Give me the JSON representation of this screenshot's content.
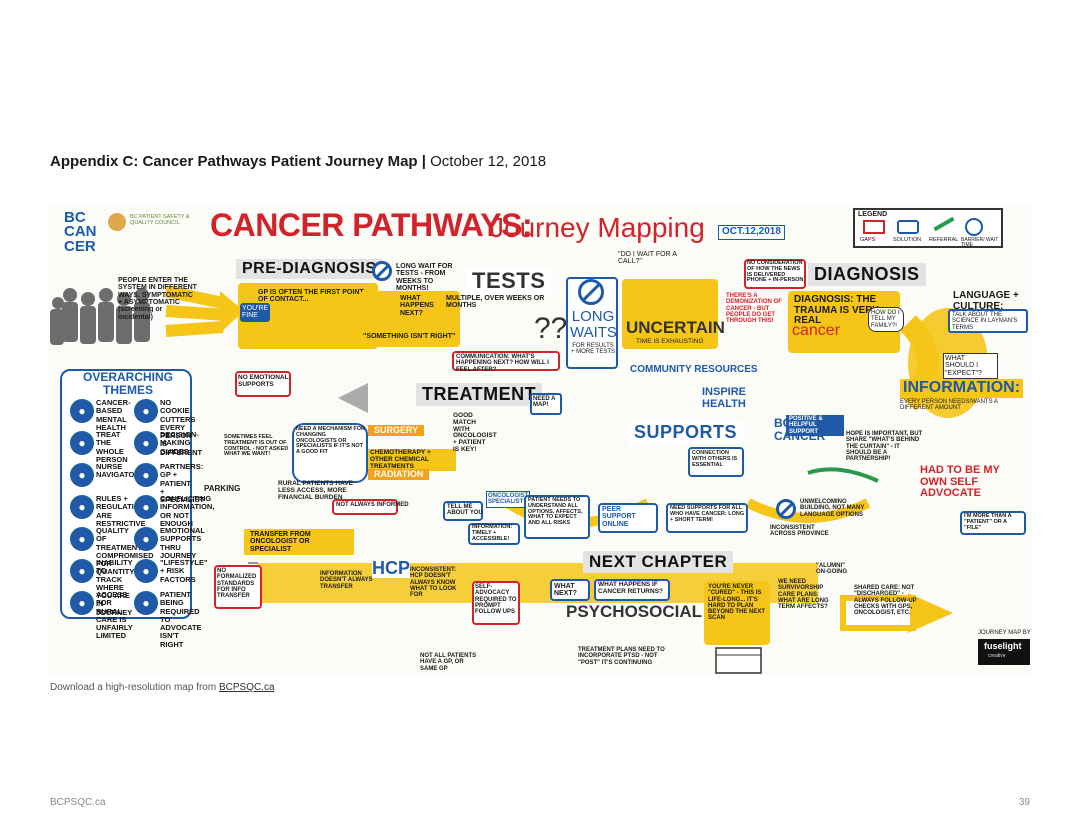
{
  "heading": {
    "bold_text": "Appendix C: Cancer Pathways Patient Journey Map |",
    "date_text": "October 12, 2018"
  },
  "map": {
    "logos": {
      "bc_cancer_1": "BC",
      "bc_cancer_2": "CAN",
      "bc_cancer_3": "CER",
      "psqc": "BC PATIENT SAFETY & QUALITY COUNCIL"
    },
    "title_part1": "CANCER PATHWAYS:",
    "title_part2": "Journey Mapping",
    "date_badge": "OCT.12,2018",
    "legend": {
      "title": "LEGEND",
      "items": [
        "GAPS",
        "SOLUTION",
        "REFERRAL",
        "BARRIER/ WAIT TIME"
      ]
    },
    "sections": {
      "pre_diagnosis": "PRE-DIAGNOSIS",
      "tests": "TESTS",
      "diagnosis": "DIAGNOSIS",
      "treatment": "TREATMENT",
      "supports": "SUPPORTS",
      "next_chapter": "NEXT CHAPTER",
      "information": "INFORMATION:"
    },
    "intro": "PEOPLE ENTER THE SYSTEM IN DIFFERENT WAYS. SYMPTOMATIC + ASYMPTOMATIC (screening or incidental)",
    "gp_note": "GP IS OFTEN THE FIRST POINT OF CONTACT...",
    "youre_fine": "YOU'RE FINE",
    "long_wait": "LONG WAIT FOR TESTS - FROM WEEKS TO MONTHS!",
    "what_happens_next": "WHAT HAPPENS NEXT?",
    "something_not_right": "\"SOMETHING ISN'T RIGHT\"",
    "tests_note": "MULTIPLE, OVER WEEKS OR MONTHS",
    "communication": "COMMUNICATION: WHAT'S HAPPENING NEXT? HOW WILL I FEEL AFTER?",
    "long_waits": "LONG WAITS",
    "long_waits_sub": "FOR RESULTS + MORE TESTS",
    "do_i_wait": "\"DO I WAIT FOR A CALL?\"",
    "uncertain": "UNCERTAIN",
    "uncertain_sub": "TIME IS EXHAUSTING",
    "no_consideration": "NO CONSIDERATION OF HOW THE NEWS IS DELIVERED PHONE + IN-PERSON",
    "demonization": "THERE'S A DEMONIZATION OF CANCER - BUT PEOPLE DO GET THROUGH THIS!",
    "diagnosis_quote": "DIAGNOSIS: THE TRAUMA IS VERY REAL",
    "cancer_word": "cancer",
    "how_do_i_tell": "HOW DO I TELL MY FAMILY?!",
    "language_culture": "LANGUAGE + CULTURE:",
    "laymans": "TALK ABOUT THE SCIENCE IN LAYMAN'S TERMS",
    "what_should_expect": "WHAT SHOULD I \"EXPECT\"?",
    "information_sub": "EVERY PERSON NEEDS/WANTS A DIFFERENT AMOUNT",
    "themes_title": "OVERARCHING THEMES",
    "themes": [
      "CANCER-BASED MENTAL HEALTH",
      "NO COOKIE CUTTERS EVERY PERSON IS DIFFERENT",
      "TREAT THE WHOLE PERSON",
      "DECISION-MAKING GUIDES",
      "NURSE NAVIGATOR",
      "PARTNERS: GP + PATIENT + SPECIALIST",
      "RULES + REGULATIONS ARE RESTRICTIVE",
      "CONFLICTING INFORMATION, OR NOT ENOUGH",
      "QUALITY OF TREATMENT COMPROMISED FOR QUANTITY",
      "EMOTIONAL SUPPORTS THRU JOURNEY",
      "INABILITY TO TRACK WHERE YOU ARE IN JOURNEY",
      "\"LIFESTYLE\" + RISK FACTORS",
      "ACCESS FOR RURAL CARE IS UNFAIRLY LIMITED",
      "PATIENT BEING REQUIRED TO ADVOCATE ISN'T RIGHT"
    ],
    "no_emotional": "NO EMOTIONAL SUPPORTS",
    "surgery": "SURGERY",
    "chemo": "CHEMOTHERAPY + OTHER CHEMICAL TREATMENTS",
    "radiation": "RADIATION",
    "mechanism": "NEED A MECHANISM FOR CHANGING ONCOLOGISTS OR SPECIALISTS IF IT'S NOT A GOOD FIT",
    "out_of_control": "SOMETIMES FEEL TREATMENT IS OUT OF CONTROL - NOT ASKED WHAT WE WANT!",
    "parking": "PARKING",
    "rural_burden": "RURAL PATIENTS HAVE LESS ACCESS, MORE FINANCIAL BURDEN",
    "not_informed": "NOT ALWAYS INFORMED",
    "transfer": "TRANSFER FROM ONCOLOGIST OR SPECIALIST",
    "good_match": "GOOD MATCH WITH ONCOLOGIST + PATIENT IS KEY!",
    "oncologist": "ONCOLOGIST SPECIALIST",
    "need_map": "NEED A MAP!",
    "tell_me": "TELL ME ABOUT YOU",
    "information_timely": "INFORMATION: TIMELY + ACCESSIBLE!",
    "patient_needs": "PATIENT NEEDS TO UNDERSTAND ALL OPTIONS, AFFECTS, WHAT TO EXPECT AND ALL RISKS",
    "community": "COMMUNITY RESOURCES",
    "inspire_health": "INSPIRE HEALTH",
    "peer_support": "PEER SUPPORT ONLINE",
    "need_supports": "NEED SUPPORTS FOR ALL WHO HAVE CANCER: LONG + SHORT TERM!",
    "connection": "CONNECTION WITH OTHERS IS ESSENTIAL",
    "bc_cancer": "BC CANCER",
    "positive_support": "POSITIVE & HELPFUL SUPPORT",
    "partnership": "HOPE IS IMPORTANT, BUT SHARE \"WHAT'S BEHIND THE CURTAIN\" - IT SHOULD BE A PARTNERSHIP!",
    "self_advocate": "HAD TO BE MY OWN SELF ADVOCATE",
    "unwelcoming": "UNWELCOMING BUILDING, NOT MANY LANGUAGE OPTIONS",
    "inconsistent_province": "INCONSISTENT ACROSS PROVINCE",
    "more_than_patient": "I'M MORE THAN A \"PATIENT\" OR A \"FILE\"",
    "no_standards": "NO FORMALIZED STANDARDS FOR INFO TRANSFER",
    "info_transfer": "INFORMATION DOESN'T ALWAYS TRANSFER",
    "hcp": "HCP",
    "hcp_note": "INCONSISTENT: HCP DOESN'T ALWAYS KNOW WHAT TO LOOK FOR",
    "self_advocacy": "SELF-ADVOCACY REQUIRED TO PROMPT FOLLOW UPS",
    "what_next": "WHAT NEXT?",
    "what_if": "WHAT HAPPENS IF CANCER RETURNS?",
    "psychosocial": "PSYCHOSOCIAL",
    "treatment_plans": "TREATMENT PLANS NEED TO INCORPORATE PTSD - NOT \"POST\" IT'S CONTINUING",
    "not_all_gp": "NOT ALL PATIENTS HAVE A GP, OR SAME GP",
    "not_cured": "YOU'RE NEVER \"CURED\" - THIS IS LIFE-LONG... IT'S HARD TO PLAN BEYOND THE NEXT SCAN",
    "survivorship": "WE NEED SURVIVORSHIP CARE PLANS: WHAT ARE LONG TERM AFFECTS?",
    "alumni": "\"ALUMNI\" ON-GOING",
    "shared_care": "SHARED CARE: NOT \"DISCHARGED\" - ALWAYS FOLLOW-UP CHECKS WITH GPS, ONCOLOGIST, ETC.",
    "journey_map_by": "JOURNEY MAP BY",
    "fuselight": "fuselight",
    "fuselight_sub": "creative"
  },
  "download_note": {
    "text": "Download a high-resolution map from ",
    "link": "BCPSQC.ca"
  },
  "footer": {
    "left": "BCPSQC.ca",
    "right": "39"
  }
}
